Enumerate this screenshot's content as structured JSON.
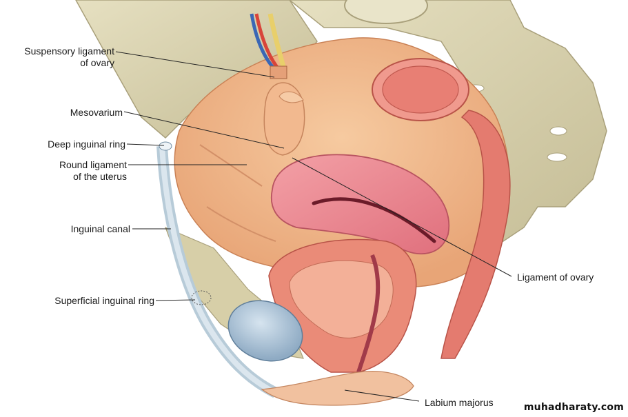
{
  "labels": {
    "suspensory_1": "Suspensory ligament",
    "suspensory_2": "of ovary",
    "mesovarium": "Mesovarium",
    "deep_ring": "Deep inguinal ring",
    "round_1": "Round ligament",
    "round_2": "of the uterus",
    "inguinal_canal": "Inguinal canal",
    "superficial_ring": "Superficial inguinal ring",
    "ligament_ovary": "Ligament of ovary",
    "labium": "Labium majorus"
  },
  "watermark": "muhadharaty.com",
  "colors": {
    "bone": "#d8d2b0",
    "bone_dark": "#b9b18c",
    "peritoneum": "#f0b889",
    "uterus": "#e9808a",
    "bladder": "#9fb9cf",
    "rectum": "#e47b6f",
    "leader": "#222222"
  }
}
